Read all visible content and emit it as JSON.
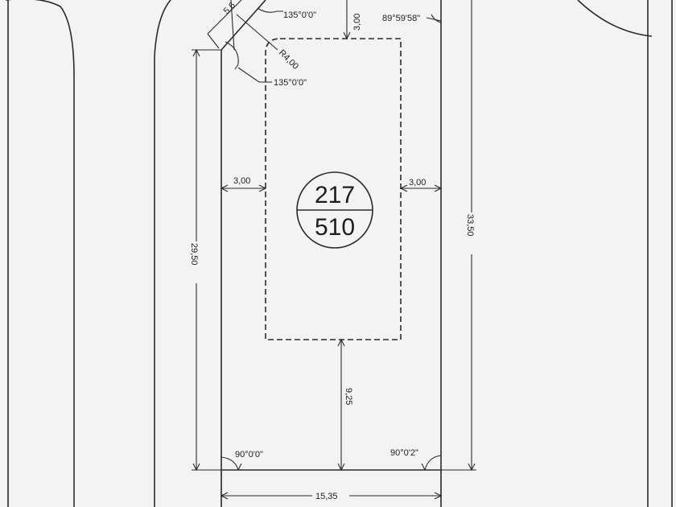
{
  "plan": {
    "lot_number": "217",
    "lot_area": "510",
    "dimensions": {
      "top_setback": "3,00",
      "left_setback": "3,00",
      "right_setback": "3,00",
      "rear_setback": "9,25",
      "left_depth": "29,50",
      "right_depth": "33,50",
      "front_width": "15,35",
      "chamfer": "5,6",
      "radius": "R4,00"
    },
    "angles": {
      "top_left": "135°0'0\"",
      "top_right": "89°59'58\"",
      "lower_left": "135°0'0\"",
      "bottom_left": "90°0'0\"",
      "bottom_right": "90°0'2\""
    }
  }
}
